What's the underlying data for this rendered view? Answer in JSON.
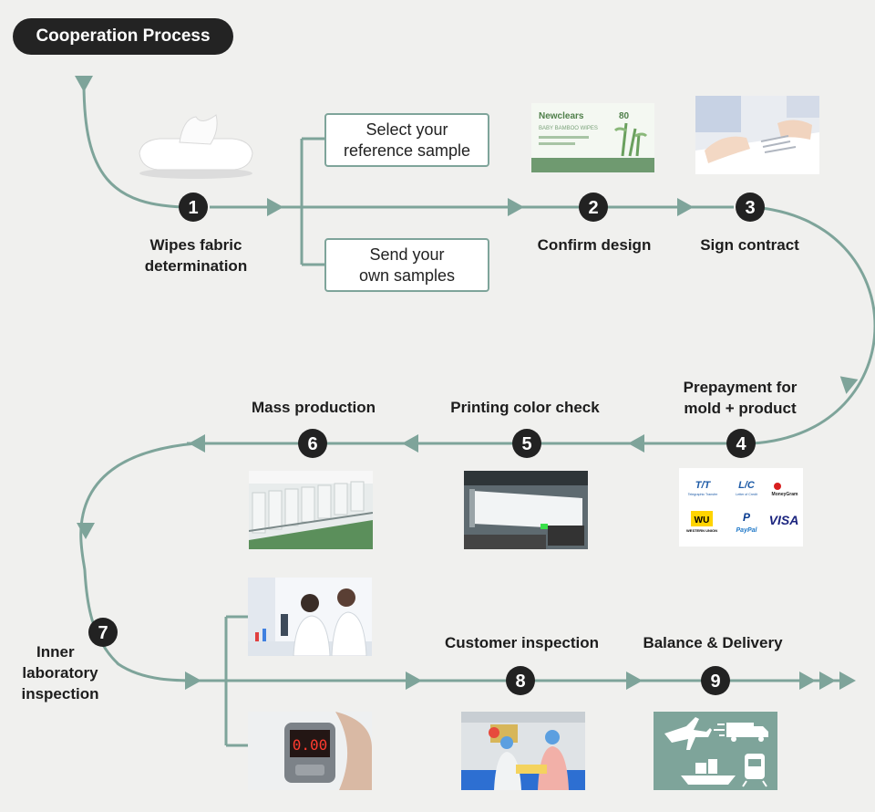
{
  "title": "Cooperation Process",
  "colors": {
    "line": "#7ea49a",
    "badge": "#222222",
    "title_bg": "#232323",
    "background": "#f0f0ee"
  },
  "options": {
    "select_sample": [
      "Select your",
      "reference sample"
    ],
    "send_samples": [
      "Send your",
      "own samples"
    ]
  },
  "steps": [
    {
      "number": "1",
      "label": [
        "Wipes fabric",
        "determination"
      ]
    },
    {
      "number": "2",
      "label": [
        "Confirm design"
      ]
    },
    {
      "number": "3",
      "label": [
        "Sign contract"
      ]
    },
    {
      "number": "4",
      "label": [
        "Prepayment for",
        "mold + product"
      ]
    },
    {
      "number": "5",
      "label": [
        "Printing color check"
      ]
    },
    {
      "number": "6",
      "label": [
        "Mass production"
      ]
    },
    {
      "number": "7",
      "label": [
        "Inner",
        "laboratory",
        "inspection"
      ]
    },
    {
      "number": "8",
      "label": [
        "Customer inspection"
      ]
    },
    {
      "number": "9",
      "label": [
        "Balance & Delivery"
      ]
    }
  ],
  "package": {
    "brand": "Newclears",
    "count": "80",
    "subtitle": "BABY BAMBOO WIPES"
  },
  "payments": [
    "T/T",
    "L/C",
    "MoneyGram",
    "WU",
    "PayPal",
    "VISA"
  ],
  "payment_captions": {
    "tt": "Telegraphic Transfer",
    "lc": "Letter of Credit",
    "wu": "WESTERN UNION"
  },
  "meter_reading": "0.00"
}
